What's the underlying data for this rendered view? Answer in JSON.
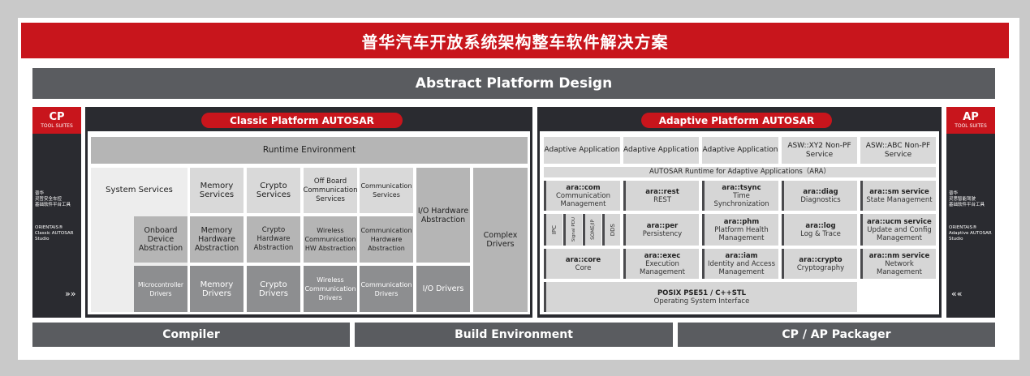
{
  "title": "普华汽车开放系统架构整车软件解决方案",
  "abstract_platform": "Abstract Platform Design",
  "cp_side": {
    "head": "CP",
    "sub": "TOOL SUITES",
    "text1": "普华\n灵哲安全车控\n基础软件平台工具",
    "text2": "ORIENTAIS®\nClassic AUTOSAR\nStudio",
    "arrow": "»»"
  },
  "ap_side": {
    "head": "AP",
    "sub": "TOOL SUITES",
    "text1": "普华\n灵思智能驾驶\n基础软件平台工具",
    "text2": "ORIENTAIS®\nAdaptive AUTOSAR\nStudio",
    "arrow": "««"
  },
  "classic": {
    "title": "Classic Platform AUTOSAR",
    "runtime": "Runtime Environment",
    "system_services": "System Services",
    "memory_services": "Memory Services",
    "crypto_services": "Crypto Services",
    "offboard_comm_services": "Off Board Communication Services",
    "communication_services": "Communication Services",
    "io_hw_abstraction": "I/O Hardware Abstraction",
    "complex_drivers": "Complex Drivers",
    "onboard_device_abstraction": "Onboard Device Abstraction",
    "memory_hw_abstraction": "Memory Hardware Abstraction",
    "crypto_hw_abstraction": "Crypto Hardware Abstraction",
    "wireless_comm_hw_abstraction": "Wireless Communication HW Abstraction",
    "comm_hw_abstraction": "Communication Hardware Abstraction",
    "microcontroller_drivers": "Microcontroller Drivers",
    "memory_drivers": "Memory Drivers",
    "crypto_drivers": "Crypto Drivers",
    "wireless_comm_drivers": "Wireless Communication Drivers",
    "communication_drivers": "Communication Drivers",
    "io_drivers": "I/O Drivers"
  },
  "adaptive": {
    "title": "Adaptive Platform AUTOSAR",
    "apps": [
      "Adaptive Application",
      "Adaptive Application",
      "Adaptive Application",
      "ASW::XY2 Non-PF Service",
      "ASW::ABC Non-PF Service"
    ],
    "runtime": "AUTOSAR Runtime for Adaptive Applications（ARA）",
    "vertical": [
      "IPC",
      "Signal PDU",
      "SOME/IP",
      "DDS"
    ],
    "ara": [
      {
        "name": "ara::com",
        "desc": "Communication Management"
      },
      {
        "name": "ara::rest",
        "desc": "REST"
      },
      {
        "name": "ara::tsync",
        "desc": "Time Synchronization"
      },
      {
        "name": "ara::diag",
        "desc": "Diagnostics"
      },
      {
        "name": "ara::sm service",
        "desc": "State Management"
      },
      {
        "name": "ara::per",
        "desc": "Persistency"
      },
      {
        "name": "ara::phm",
        "desc": "Platform Health Management"
      },
      {
        "name": "ara::log",
        "desc": "Log & Trace"
      },
      {
        "name": "ara::ucm service",
        "desc": "Update and Config Management"
      },
      {
        "name": "ara::core",
        "desc": "Core"
      },
      {
        "name": "ara::exec",
        "desc": "Execution Management"
      },
      {
        "name": "ara::iam",
        "desc": "Identity and Access Management"
      },
      {
        "name": "ara::crypto",
        "desc": "Cryptography"
      },
      {
        "name": "ara::nm service",
        "desc": "Network Management"
      }
    ],
    "posix": {
      "name": "POSIX PSE51 / C++STL",
      "desc": "Operating System Interface"
    }
  },
  "bottom": [
    "Compiler",
    "Build Environment",
    "CP / AP Packager"
  ],
  "colors": {
    "brand_red": "#c8151c",
    "dark": "#2a2b30",
    "bar_gray": "#5a5c60"
  }
}
